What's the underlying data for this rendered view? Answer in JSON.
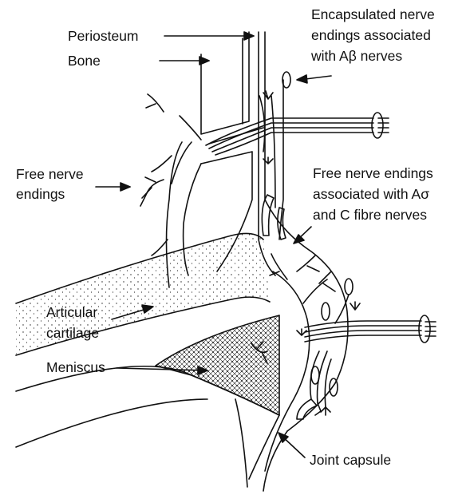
{
  "labels": {
    "periosteum": "Periosteum",
    "bone": "Bone",
    "free_nerve_endings": [
      "Free nerve",
      "endings"
    ],
    "encapsulated": [
      "Encapsulated nerve",
      "endings associated",
      "with Aβ nerves"
    ],
    "free_nerve_ac": [
      "Free nerve endings",
      "associated with Aσ",
      "and C fibre nerves"
    ],
    "articular_cartilage": [
      "Articular",
      "cartilage"
    ],
    "meniscus": "Meniscus",
    "joint_capsule": "Joint capsule"
  },
  "colors": {
    "ink": "#111111",
    "background": "#ffffff"
  }
}
